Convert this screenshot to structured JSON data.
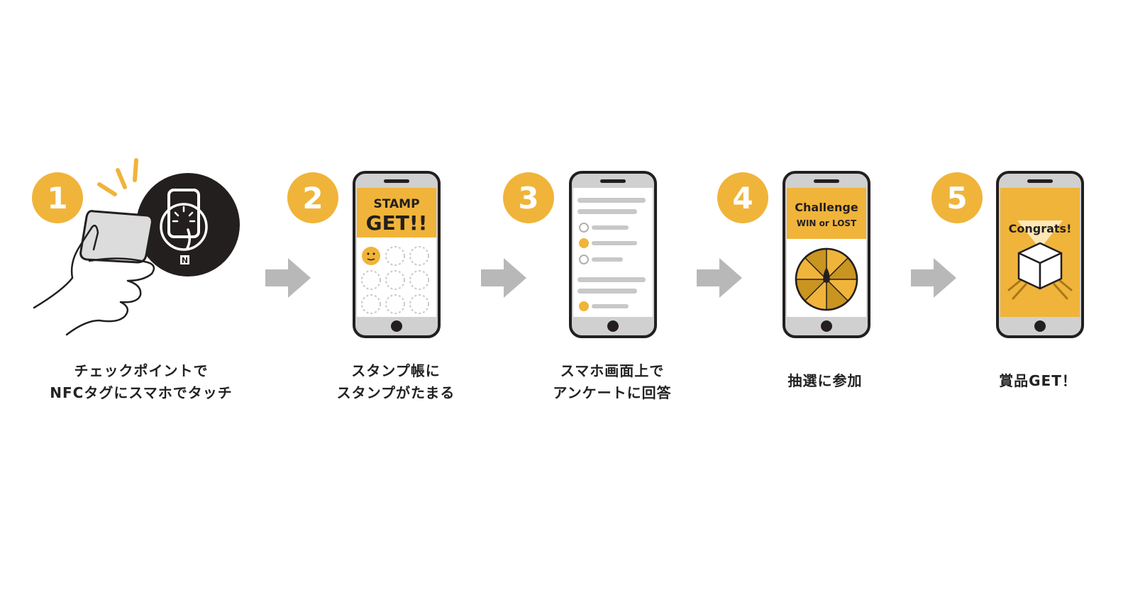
{
  "colors": {
    "accent": "#f0b43a",
    "dark": "#231f1f",
    "gray": "#bdbdbd",
    "arrow": "#b8b8b8"
  },
  "steps": [
    {
      "number": "1",
      "caption": [
        "チェックポイントで",
        "NFCタグにスマホでタッチ"
      ]
    },
    {
      "number": "2",
      "caption": [
        "スタンプ帳に",
        "スタンプがたまる"
      ],
      "screen_title_small": "STAMP",
      "screen_title_large": "GET!!"
    },
    {
      "number": "3",
      "caption": [
        "スマホ画面上で",
        "アンケートに回答"
      ]
    },
    {
      "number": "4",
      "caption": [
        "抽選に参加"
      ],
      "screen_title_line1": "Challenge",
      "screen_title_line2": "WIN or LOST"
    },
    {
      "number": "5",
      "caption": [
        "賞品GET！"
      ],
      "screen_title": "Congrats!"
    }
  ]
}
